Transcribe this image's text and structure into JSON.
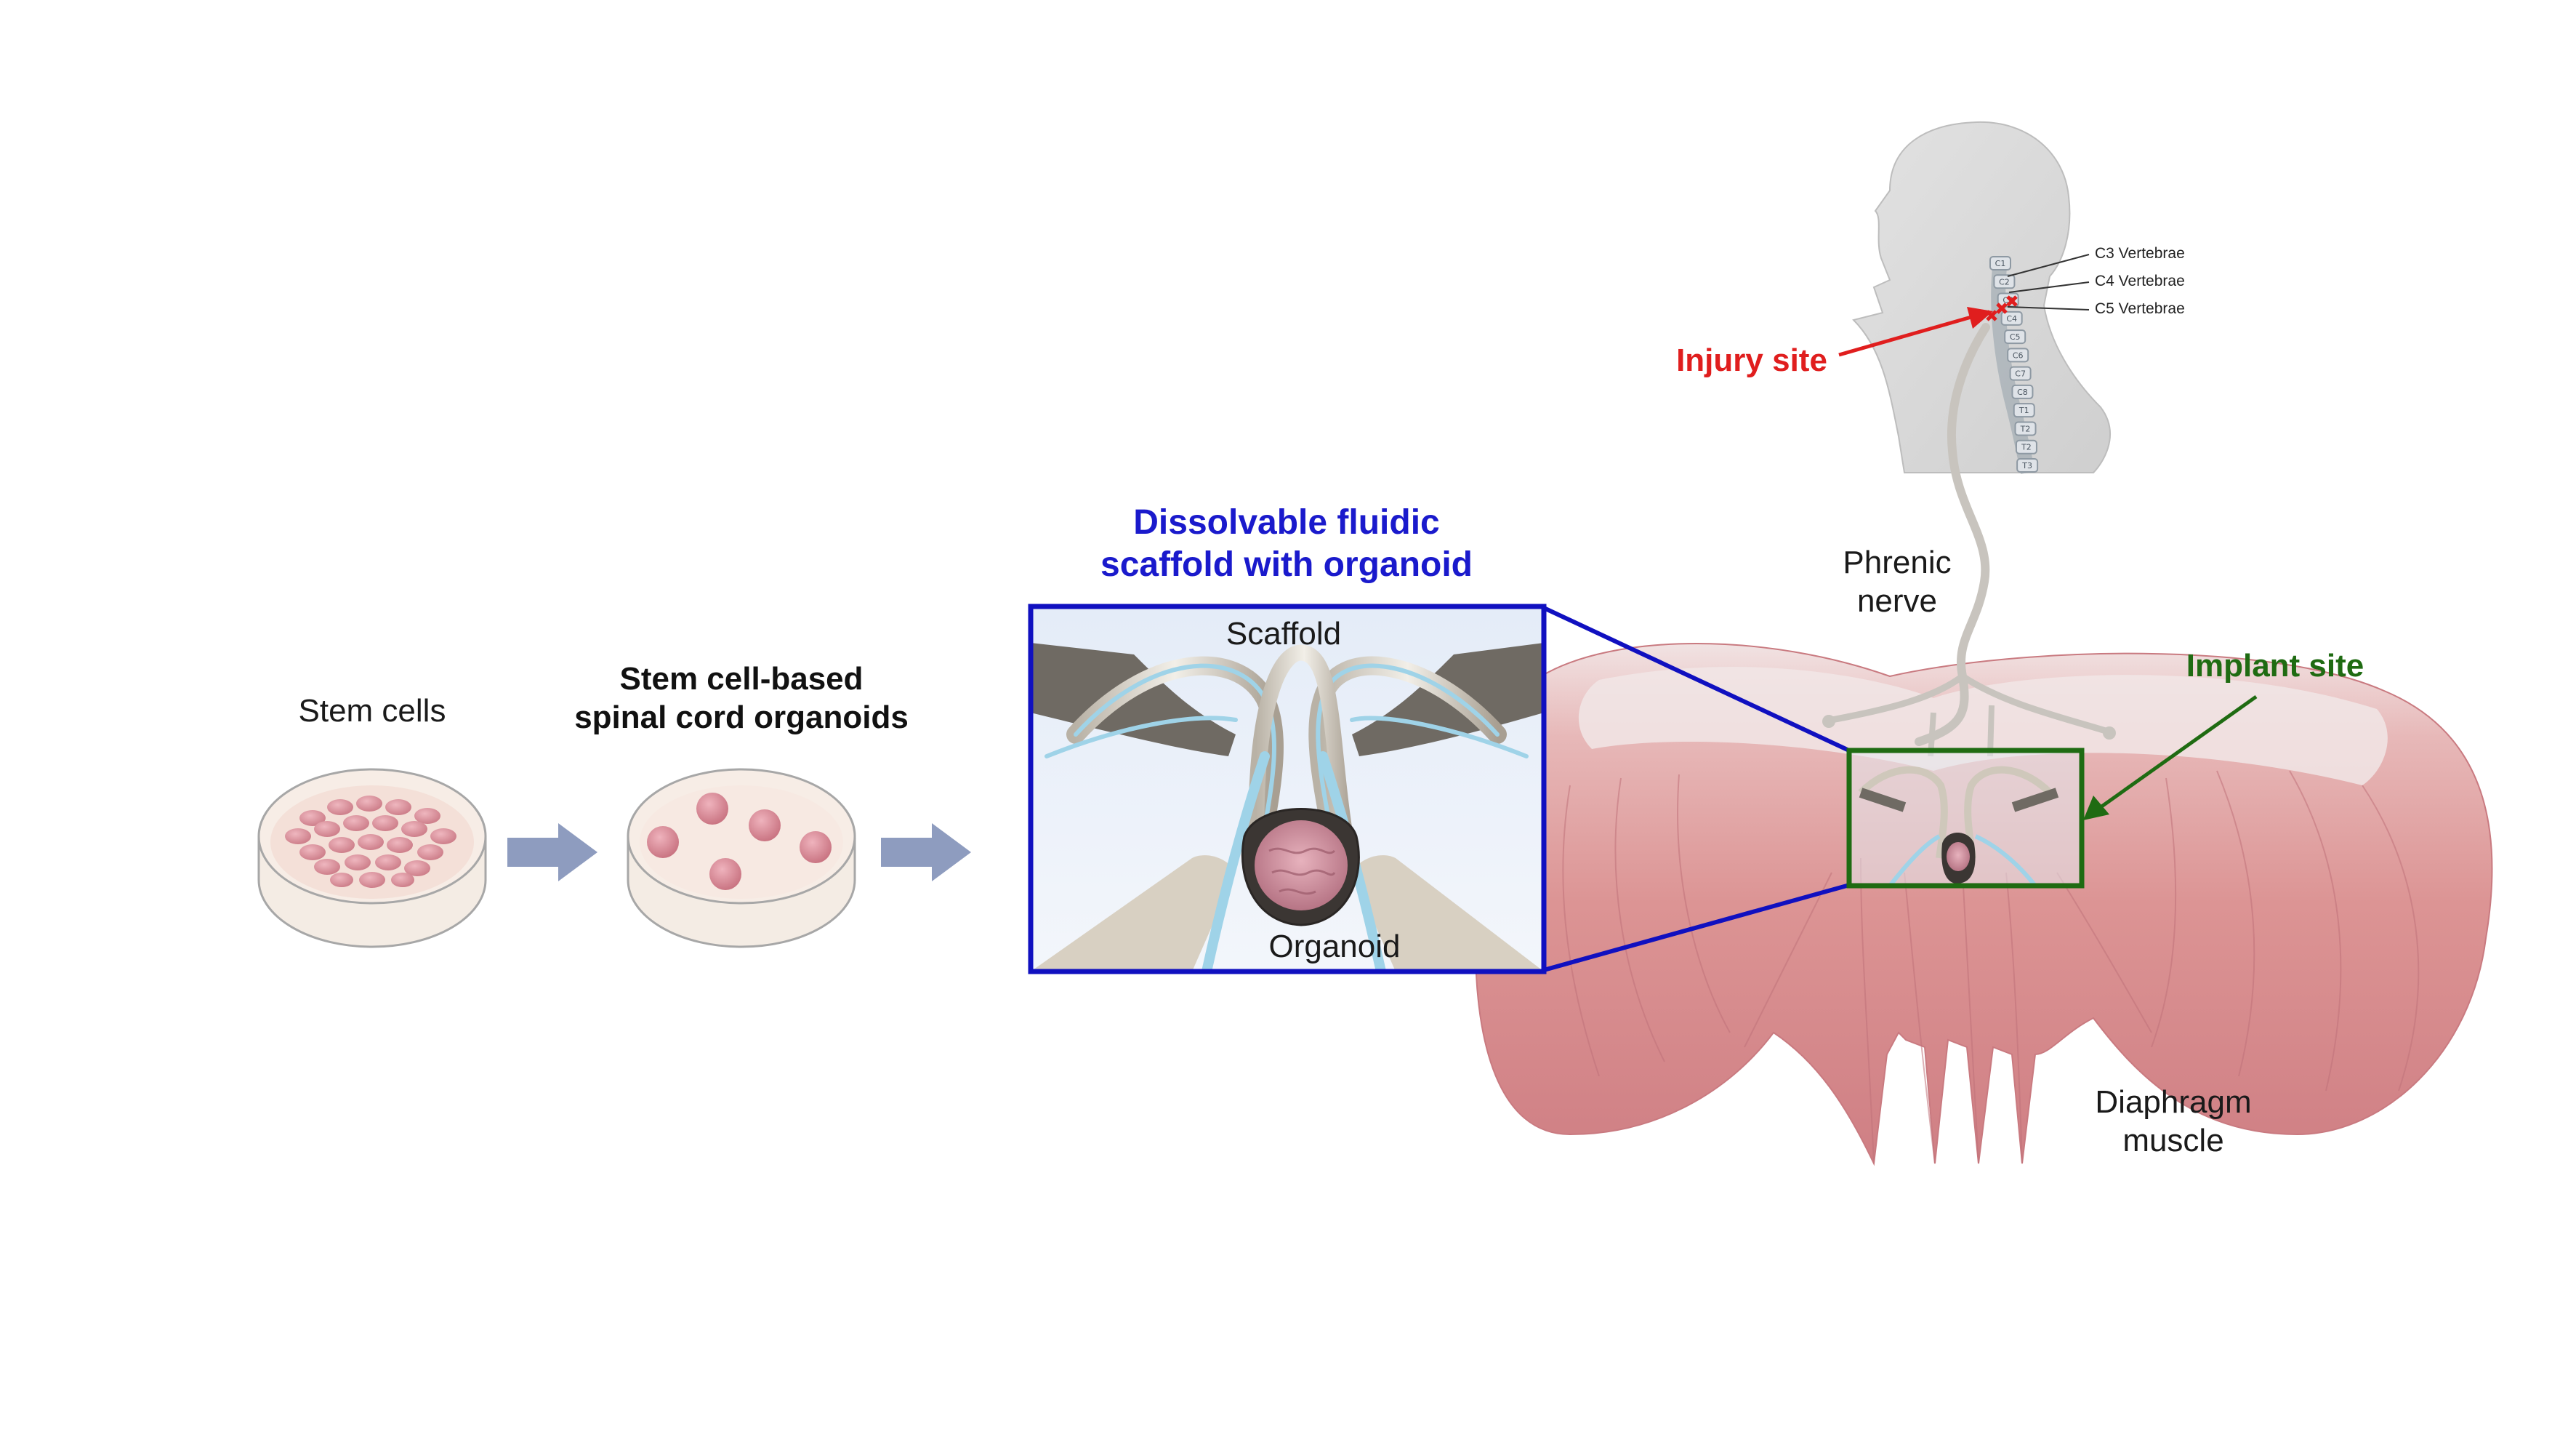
{
  "labels": {
    "stem_cells": "Stem cells",
    "organoids_line1": "Stem cell-based",
    "organoids_line2": "spinal cord organoids",
    "scaffold_title_line1": "Dissolvable fluidic",
    "scaffold_title_line2": "scaffold with organoid",
    "scaffold": "Scaffold",
    "organoid": "Organoid",
    "injury_site": "Injury site",
    "c3": "C3 Vertebrae",
    "c4": "C4 Vertebrae",
    "c5": "C5 Vertebrae",
    "phrenic_line1": "Phrenic",
    "phrenic_line2": "nerve",
    "implant_site": "Implant site",
    "diaphragm_line1": "Diaphragm",
    "diaphragm_line2": "muscle"
  },
  "vertebrae": [
    "C1",
    "C2",
    "C3",
    "C4",
    "C5",
    "C6",
    "C7",
    "C8",
    "T1",
    "T2",
    "T2",
    "T3"
  ],
  "colors": {
    "scaffold_title": "#1a1acc",
    "zoom_box": "#1010c0",
    "injury": "#e01e1e",
    "implant": "#1f6b12",
    "arrow": "#8e9cbf",
    "muscle": "#dc9494",
    "dish_cells": "#d98b98"
  }
}
